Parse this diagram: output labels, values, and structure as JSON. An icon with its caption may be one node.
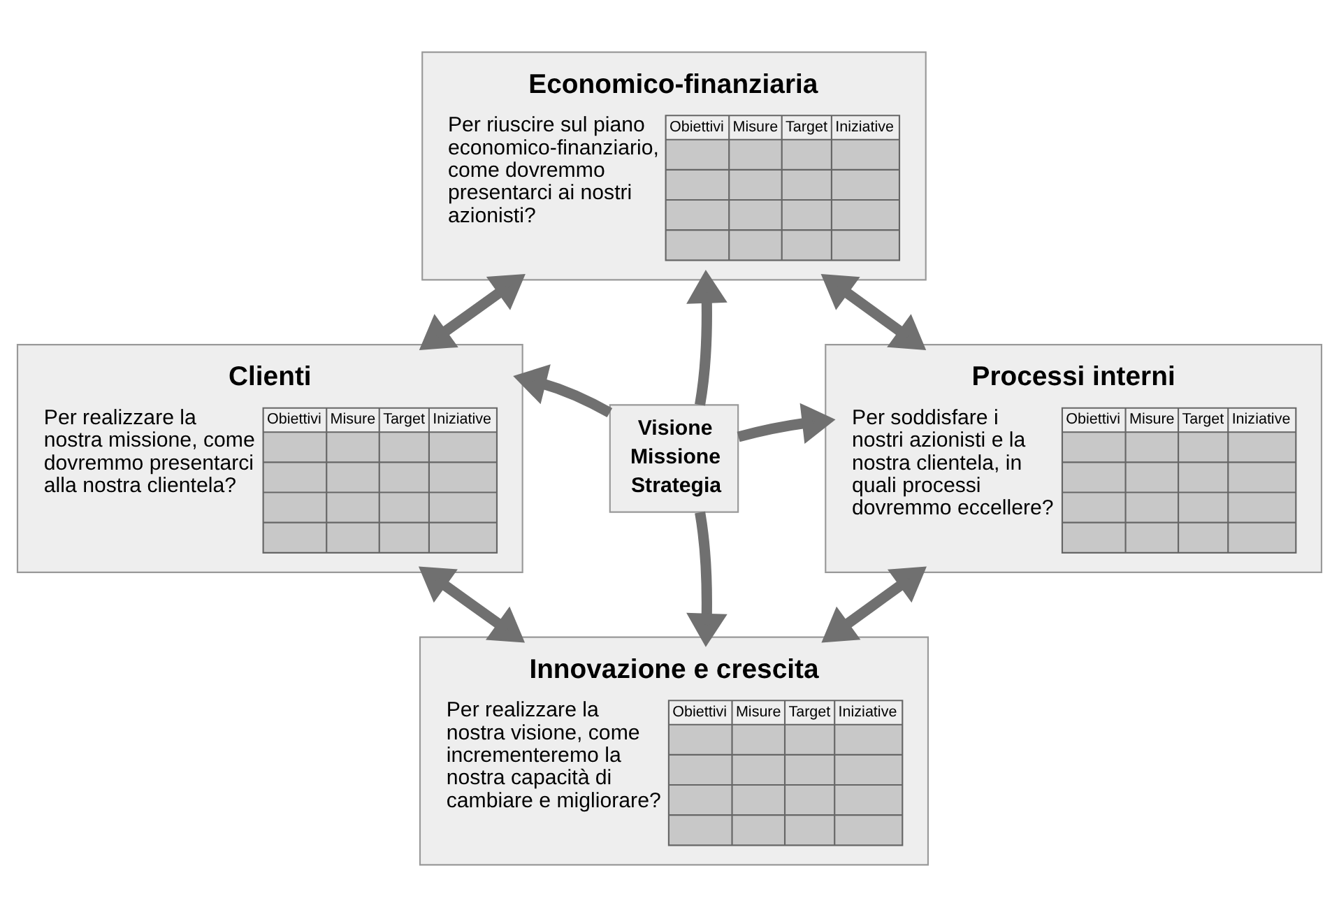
{
  "diagram": {
    "nodes": [
      {
        "text": [
          "Economico-finanziaria",
          "Per riuscire sul piano economico-finanziario, come dovremmo presentarci ai nostri azionisti?",
          "Obiettivi",
          "Misure",
          "Target",
          "Iniziative"
        ]
      },
      {
        "text": [
          "Clienti",
          "Per realizzare la nostra missione, come dovremmo presentarci alla nostra clientela?",
          "Obiettivi",
          "Misure",
          "Target",
          "Iniziative"
        ]
      },
      {
        "text": [
          "Processi interni",
          "Per soddisfare i nostri azionisti e la nostra clientela, in quali processi dovremmo eccellere?",
          "Obiettivi",
          "Misure",
          "Target",
          "Iniziative"
        ]
      },
      {
        "text": [
          "Innovazione e crescita",
          "Per realizzare la nostra visione, come incrementeremo la nostra capacità di cambiare e migliorare?",
          "Obiettivi",
          "Misure",
          "Target",
          "Iniziative"
        ]
      },
      {
        "text": [
          "Visione Missione Strategia"
        ]
      }
    ],
    "edges": [
      {
        "from": 4,
        "to": 0,
        "arrow": "to"
      },
      {
        "from": 4,
        "to": 1,
        "arrow": "to"
      },
      {
        "from": 4,
        "to": 2,
        "arrow": "to"
      },
      {
        "from": 4,
        "to": 3,
        "arrow": "to"
      },
      {
        "from": 0,
        "to": 1,
        "arrow": "both"
      },
      {
        "from": 0,
        "to": 2,
        "arrow": "both"
      },
      {
        "from": 1,
        "to": 3,
        "arrow": "both"
      },
      {
        "from": 2,
        "to": 3,
        "arrow": "both"
      }
    ]
  }
}
